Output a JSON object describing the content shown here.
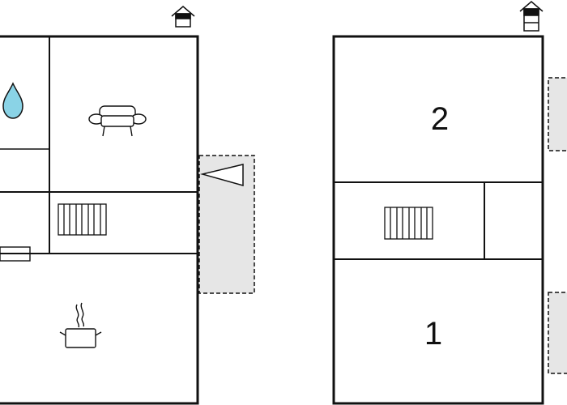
{
  "floors": [
    {
      "name": "ground-floor",
      "rooms": [
        {
          "type": "bathroom",
          "icon": "water-drop-icon"
        },
        {
          "type": "living-room",
          "icon": "sofa-icon"
        },
        {
          "type": "hallway",
          "icon": "radiator-icon"
        },
        {
          "type": "kitchen",
          "icon": "cooking-pot-icon"
        }
      ],
      "entrance_icon": "house-entrance-icon",
      "terrace_icon": "terrace-entry-triangle-icon"
    },
    {
      "name": "upper-floor",
      "rooms": [
        {
          "type": "bedroom",
          "label": "2"
        },
        {
          "type": "hallway",
          "icon": "radiator-icon"
        },
        {
          "type": "bedroom",
          "label": "1"
        }
      ],
      "entrance_icon": "house-entrance-icon"
    }
  ],
  "colors": {
    "wall": "#111111",
    "terrace_fill": "#e6e6e6",
    "water": "#8ad3e6"
  }
}
